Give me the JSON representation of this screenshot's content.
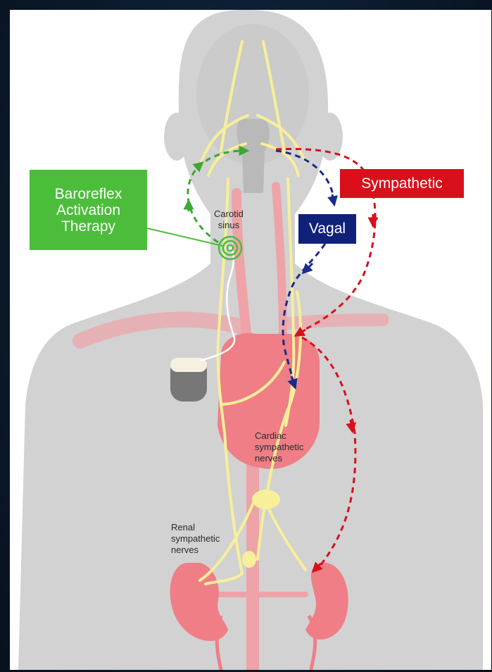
{
  "boxes": {
    "baroreflex": "Baroreflex\nActivation\nTherapy",
    "sympathetic": "Sympathetic",
    "vagal": "Vagal"
  },
  "labels": {
    "carotid_sinus": "Carotid\nsinus",
    "cardiac_nerves": "Cardiac\nsympathetic\nnerves",
    "renal_nerves": "Renal\nsympathetic\nnerves"
  },
  "colors": {
    "background": "#0b1a2c",
    "body_silhouette": "#d2d2d2",
    "nerve": "#f7ef9a",
    "organ": "#ef7e86",
    "baroreflex": "#4bbd3a",
    "sympathetic": "#d8101c",
    "vagal": "#10217a"
  },
  "icons": {
    "stimulator": "stimulator-device-icon",
    "electrode": "carotid-electrode-icon"
  }
}
